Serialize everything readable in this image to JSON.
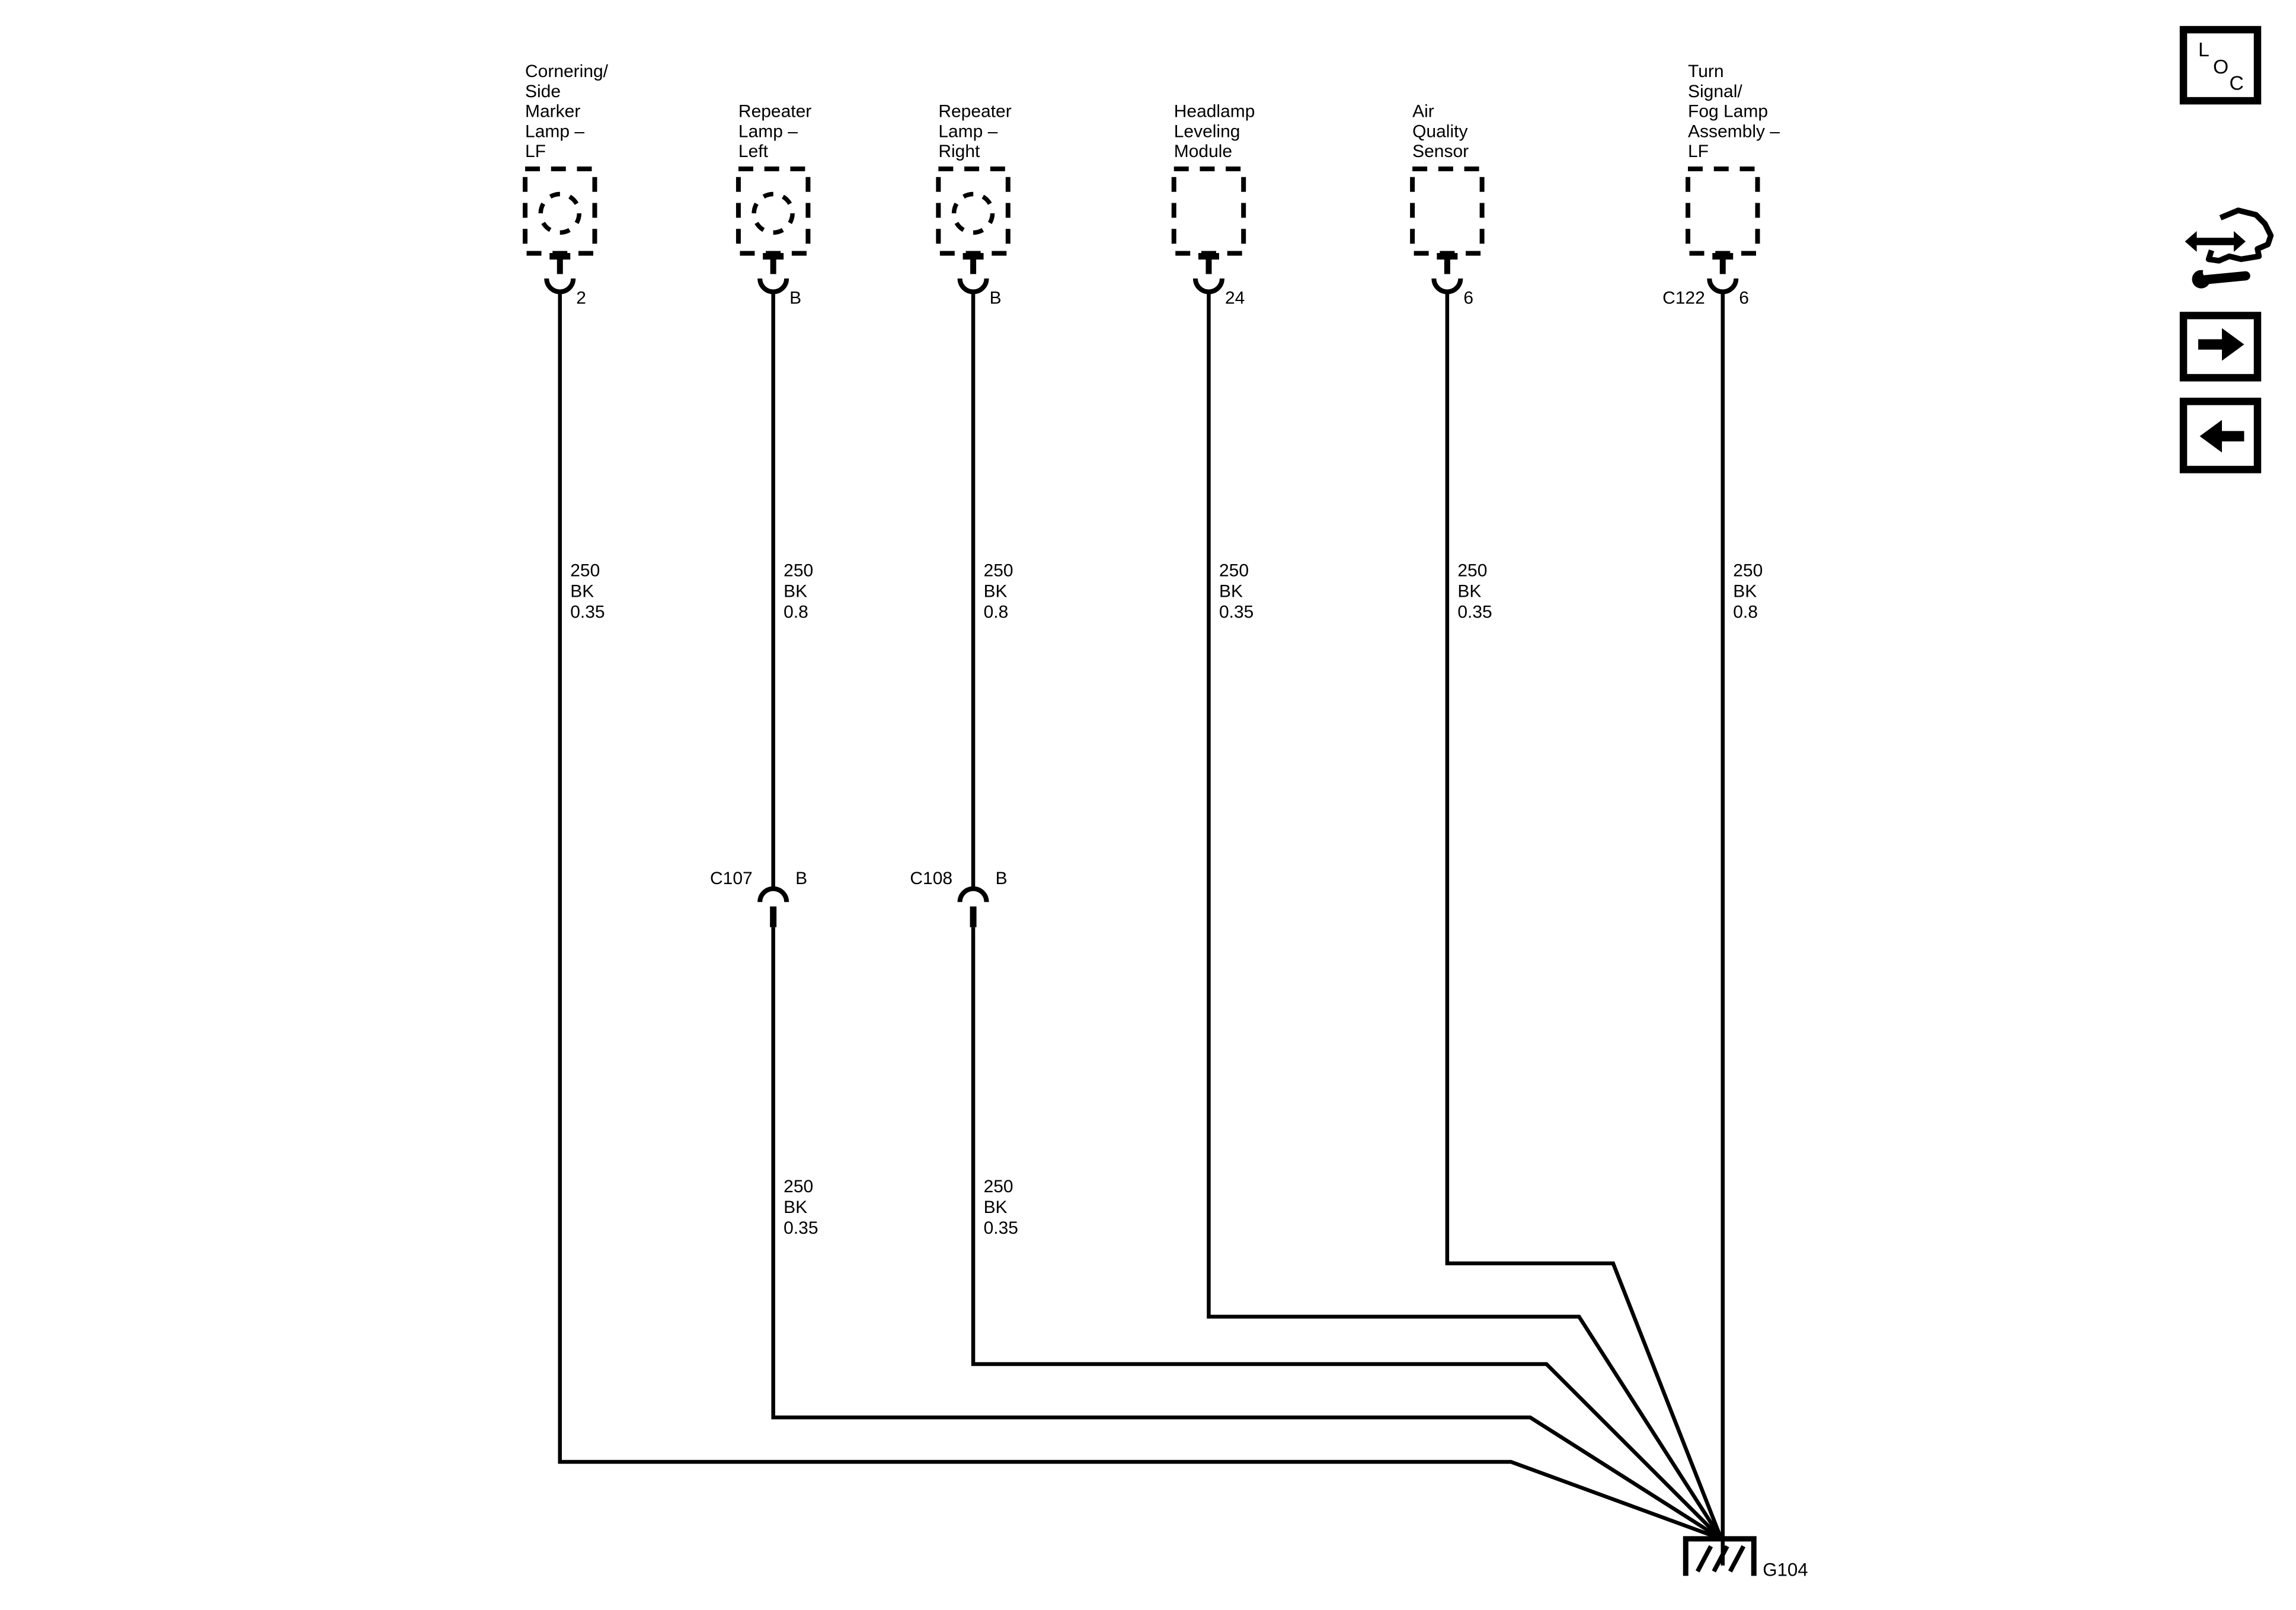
{
  "page": {
    "background": "#ffffff",
    "line_color": "#000000"
  },
  "components": [
    {
      "label_lines": [
        "Cornering/",
        "Side",
        "Marker",
        "Lamp –",
        "LF"
      ],
      "pin": "2",
      "wire": {
        "circuit": "250",
        "color": "BK",
        "size": "0.35"
      }
    },
    {
      "label_lines": [
        "Repeater",
        "Lamp –",
        "Left"
      ],
      "pin": "B",
      "wire": {
        "circuit": "250",
        "color": "BK",
        "size": "0.8"
      },
      "inline": {
        "name": "C107",
        "pin": "B"
      },
      "wire2": {
        "circuit": "250",
        "color": "BK",
        "size": "0.35"
      }
    },
    {
      "label_lines": [
        "Repeater",
        "Lamp –",
        "Right"
      ],
      "pin": "B",
      "wire": {
        "circuit": "250",
        "color": "BK",
        "size": "0.8"
      },
      "inline": {
        "name": "C108",
        "pin": "B"
      },
      "wire2": {
        "circuit": "250",
        "color": "BK",
        "size": "0.35"
      }
    },
    {
      "label_lines": [
        "Headlamp",
        "Leveling",
        "Module"
      ],
      "pin": "24",
      "wire": {
        "circuit": "250",
        "color": "BK",
        "size": "0.35"
      }
    },
    {
      "label_lines": [
        "Air",
        "Quality",
        "Sensor"
      ],
      "pin": "6",
      "wire": {
        "circuit": "250",
        "color": "BK",
        "size": "0.35"
      }
    },
    {
      "label_lines": [
        "Turn",
        "Signal/",
        "Fog Lamp",
        "Assembly –",
        "LF"
      ],
      "pin": "6",
      "connector": "C122",
      "wire": {
        "circuit": "250",
        "color": "BK",
        "size": "0.8"
      }
    }
  ],
  "ground": {
    "label": "G104"
  },
  "nav": {
    "loc_letters": [
      "L",
      "O",
      "C"
    ],
    "icons": [
      "loc-indicator",
      "harness-diagnostic-icon",
      "next-page-arrow",
      "previous-page-arrow"
    ]
  }
}
